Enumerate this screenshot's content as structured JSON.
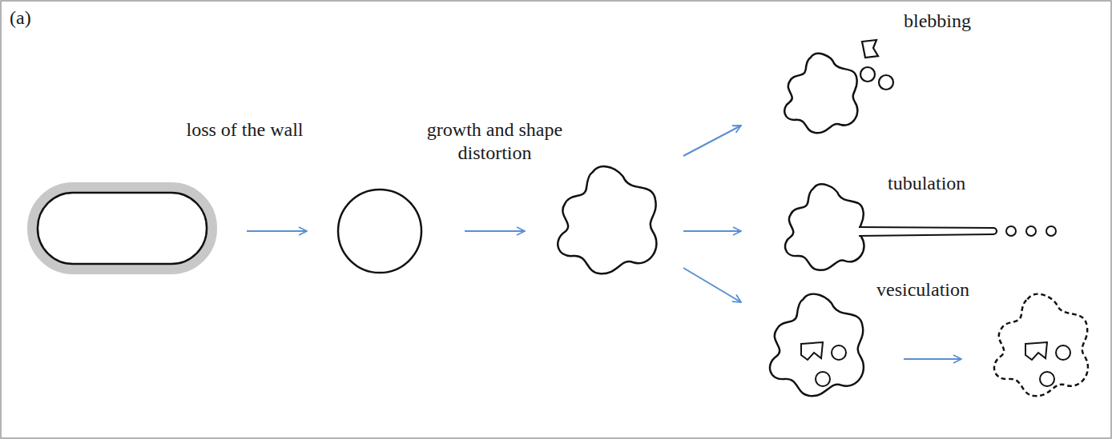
{
  "diagram": {
    "labels": [
      "(a)",
      "loss of the wall",
      "growth and shape distortion",
      "blebbing",
      "tubulation",
      "vesiculation"
    ]
  }
}
